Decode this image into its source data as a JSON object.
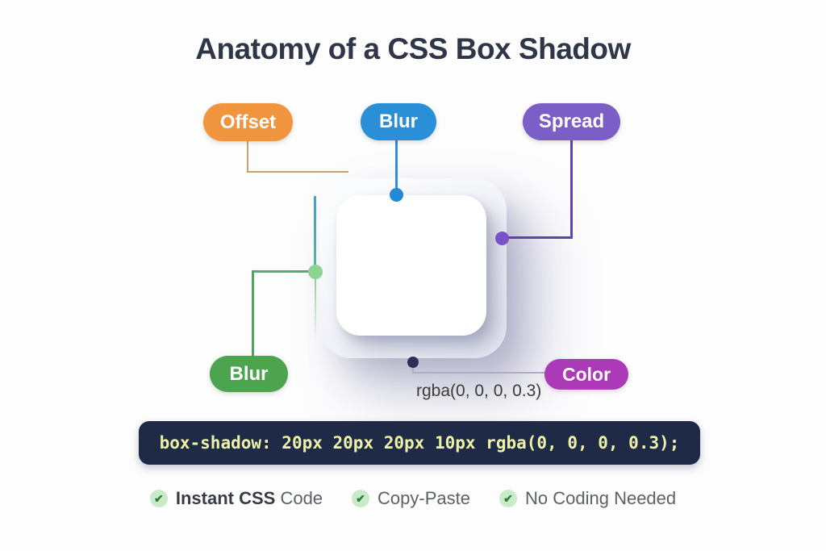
{
  "title": "Anatomy of a CSS Box Shadow",
  "labels": {
    "offset": {
      "text": "Offset",
      "color": "#F0943E"
    },
    "blur_top": {
      "text": "Blur",
      "color": "#2B8FD8"
    },
    "spread": {
      "text": "Spread",
      "color": "#7B5FC6"
    },
    "blur_left": {
      "text": "Blur",
      "color": "#4DA44F"
    },
    "color": {
      "text": "Color",
      "color": "#AC3AB8"
    }
  },
  "shadow_value_label": "rgba(0, 0, 0, 0.3)",
  "code": {
    "snippet": "box-shadow: 20px 20px 20px 10px rgba(0, 0, 0, 0.3);",
    "background": "#1F2A47",
    "text_color": "#EEF2A8"
  },
  "icons": {
    "check_glyph": "✔"
  },
  "features": [
    {
      "bold": "Instant CSS",
      "text": " Code"
    },
    {
      "bold": "",
      "text": "Copy-Paste"
    },
    {
      "bold": "",
      "text": "No Coding Needed"
    }
  ],
  "palette": {
    "background": "#FDFDFE",
    "title_text": "#2F3648",
    "connector_orange": "#C9A36B",
    "connector_blue": "#2E8FD6",
    "connector_purple": "#5E43B0",
    "connector_teal": "#43A0CB",
    "connector_green": "#4FA55F",
    "connector_gray": "#ABADC2",
    "dot_blue": "#2288D8",
    "dot_purple": "#7A52C8",
    "dot_green": "#8FD394",
    "dot_navy": "#2B3154",
    "check_circle_bg": "#C9EBC9",
    "check_mark": "#2E7D36"
  }
}
